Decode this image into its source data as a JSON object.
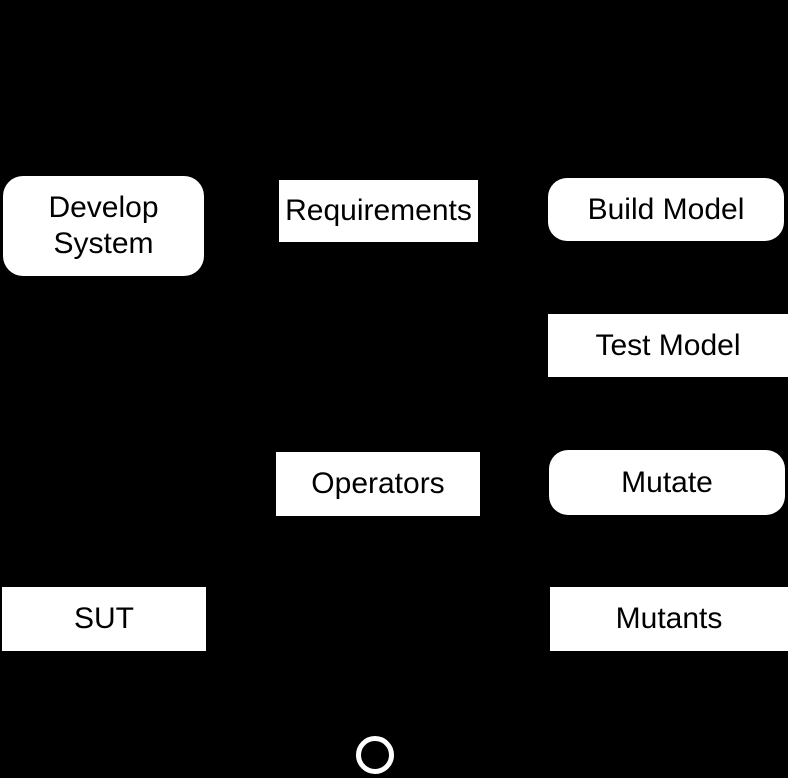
{
  "diagram": {
    "colors": {
      "background": "#000000",
      "node_fill": "#ffffff",
      "node_text": "#000000",
      "circle_stroke": "#ffffff"
    },
    "nodes": [
      {
        "id": "develop-system",
        "label": "Develop System",
        "line1": "Develop",
        "line2": "System",
        "shape": "rounded-rect"
      },
      {
        "id": "requirements",
        "label": "Requirements",
        "shape": "rect"
      },
      {
        "id": "build-model",
        "label": "Build Model",
        "shape": "rounded-rect"
      },
      {
        "id": "test-model",
        "label": "Test Model",
        "shape": "rect"
      },
      {
        "id": "operators",
        "label": "Operators",
        "shape": "rect"
      },
      {
        "id": "mutate",
        "label": "Mutate",
        "shape": "rounded-rect"
      },
      {
        "id": "sut",
        "label": "SUT",
        "shape": "rect"
      },
      {
        "id": "mutants",
        "label": "Mutants",
        "shape": "rect"
      },
      {
        "id": "start-state",
        "label": "",
        "shape": "circle"
      }
    ]
  }
}
